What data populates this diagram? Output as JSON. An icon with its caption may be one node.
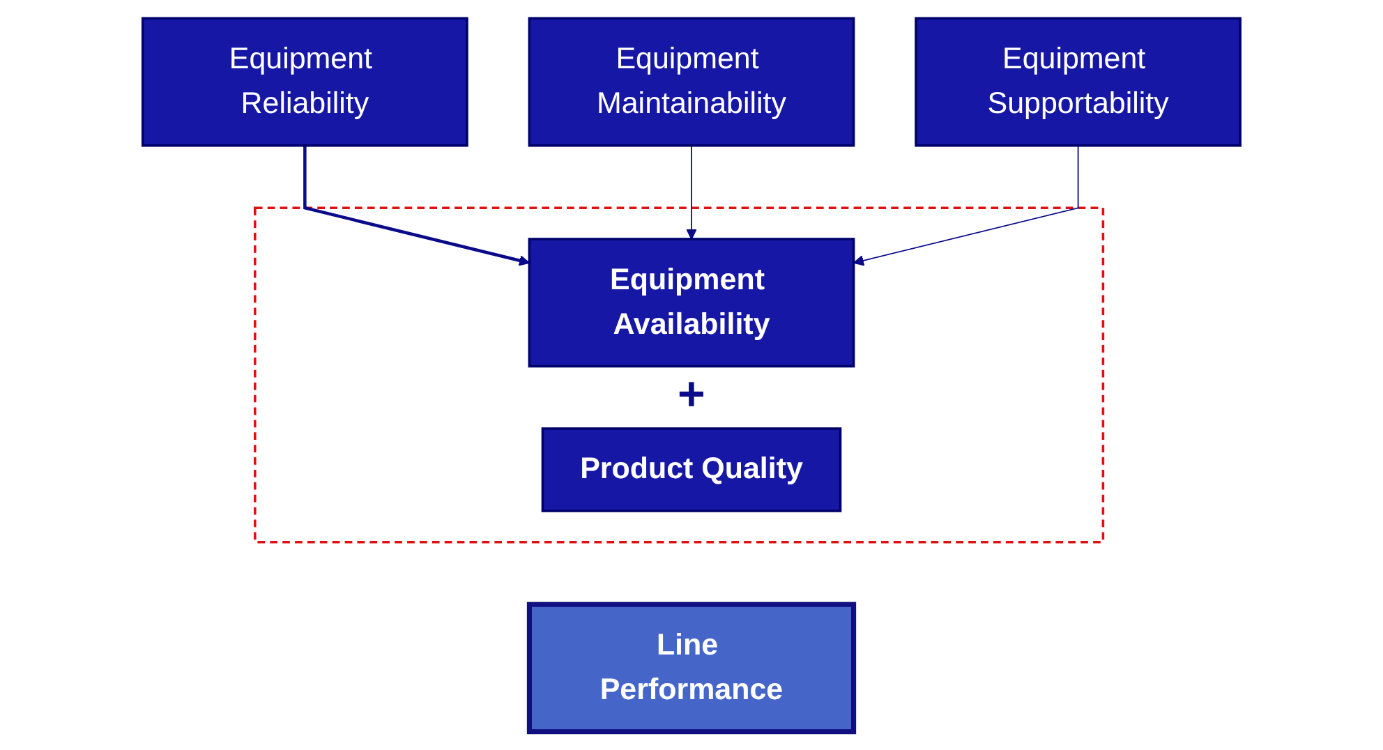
{
  "diagram": {
    "nodes": [
      {
        "text": [
          "Equipment Reliability"
        ]
      },
      {
        "text": [
          "Equipment Maintainability"
        ]
      },
      {
        "text": [
          "Equipment Supportability"
        ]
      },
      {
        "text": [],
        "shape": "box"
      },
      {
        "text": [
          "Equipment Availability"
        ],
        "in": 3
      },
      {
        "text": [
          "Product Quality"
        ],
        "in": 3
      },
      {
        "text": [
          "Line Performance"
        ]
      }
    ],
    "edges": [
      {
        "from": 0,
        "to": 4,
        "arrow": "to"
      },
      {
        "from": 1,
        "to": 4,
        "arrow": "to"
      },
      {
        "from": 2,
        "to": 4,
        "arrow": "to"
      }
    ],
    "labels": [
      "+"
    ]
  }
}
